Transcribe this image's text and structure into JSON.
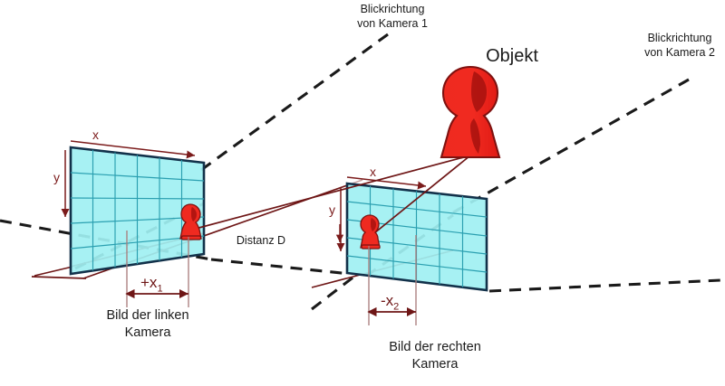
{
  "figure": {
    "title_object": "Objekt",
    "caption_left": "Bild der linken\nKamera",
    "caption_right": "Bild der rechten\nKamera",
    "label_view_dir_1": "Blickrichtung\nvon Kamera 1",
    "label_view_dir_2": "Blickrichtung\nvon Kamera 2",
    "label_distance": "Distanz D",
    "left_plane": {
      "axis_x": "x",
      "axis_y": "y",
      "displacement": "+x",
      "displacement_sub": "1"
    },
    "right_plane": {
      "axis_x": "x",
      "axis_y": "y",
      "displacement": "-x",
      "displacement_sub": "2"
    },
    "colors": {
      "plane_fill": "#9ff0f2",
      "plane_border": "#12314a",
      "grid_line": "#2a9fb0",
      "object_red": "#ee2222",
      "object_shade": "#a8120f",
      "object_outline": "#6e1616",
      "sight_line": "#6e1616",
      "axis_red": "#7b1b1b",
      "dashed_black": "#1a1a1a",
      "background": "#ffffff"
    }
  }
}
